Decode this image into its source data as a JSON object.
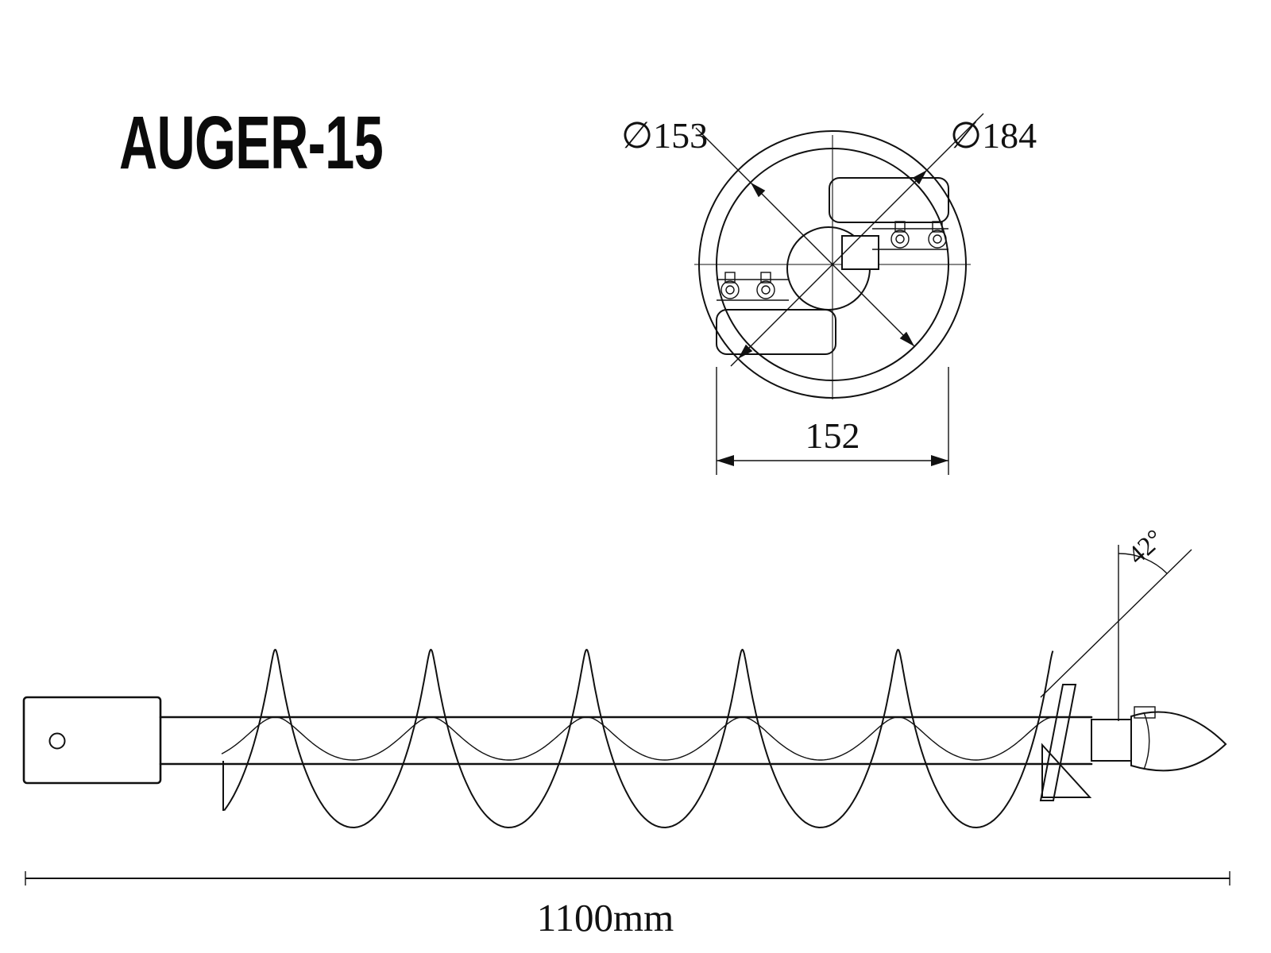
{
  "title": "AUGER-15",
  "end_view": {
    "dia_small_label": "∅153",
    "dia_large_label": "∅184",
    "width_label": "152"
  },
  "side_view": {
    "angle_label": "42°",
    "length_label": "1100mm"
  }
}
